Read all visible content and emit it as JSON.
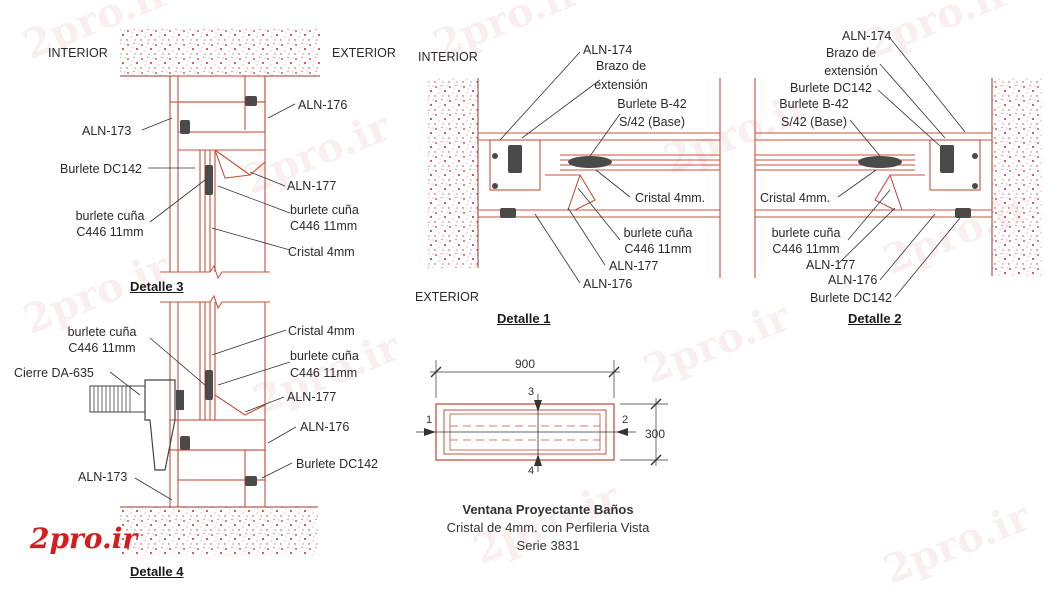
{
  "watermark": {
    "text": "2pro.ir"
  },
  "logo": {
    "text": "2pro.ir",
    "color": "#d61c1c"
  },
  "colors": {
    "line": "#c8503c",
    "dark": "#4a4a4a",
    "wall": "#b8302a"
  },
  "left_side": {
    "interior": "INTERIOR",
    "exterior": "EXTERIOR",
    "detalle3": {
      "title": "Detalle 3",
      "labels": {
        "aln173": "ALN-173",
        "burlete_dc142": "Burlete DC142",
        "burlete_cuna_a": "burlete cuña",
        "burlete_cuna_b": "C446 11mm",
        "aln176": "ALN-176",
        "aln177": "ALN-177",
        "burlete_cuna2_a": "burlete cuña",
        "burlete_cuna2_b": "C446 11mm",
        "cristal": "Cristal 4mm"
      }
    },
    "detalle4": {
      "title": "Detalle 4",
      "labels": {
        "burlete_cuna_a": "burlete cuña",
        "burlete_cuna_b": "C446 11mm",
        "cierre": "Cierre DA-635",
        "aln173": "ALN-173",
        "cristal": "Cristal 4mm",
        "burlete_cuna2_a": "burlete cuña",
        "burlete_cuna2_b": "C446 11mm",
        "aln177": "ALN-177",
        "aln176": "ALN-176",
        "burlete_dc142": "Burlete DC142"
      }
    }
  },
  "detalle1": {
    "title": "Detalle 1",
    "interior": "INTERIOR",
    "exterior": "EXTERIOR",
    "labels": {
      "aln174": "ALN-174",
      "brazo_a": "Brazo de",
      "brazo_b": "extensión",
      "burlete_b42_a": "Burlete B-42",
      "burlete_b42_b": "S/42 (Base)",
      "cristal": "Cristal 4mm.",
      "burlete_cuna_a": "burlete cuña",
      "burlete_cuna_b": "C446 11mm",
      "aln177": "ALN-177",
      "aln176": "ALN-176"
    }
  },
  "detalle2": {
    "title": "Detalle 2",
    "labels": {
      "aln174": "ALN-174",
      "brazo_a": "Brazo de",
      "brazo_b": "extensión",
      "burlete_dc142_top": "Burlete DC142",
      "burlete_b42_a": "Burlete B-42",
      "burlete_b42_b": "S/42 (Base)",
      "cristal": "Cristal 4mm.",
      "burlete_cuna_a": "burlete cuña",
      "burlete_cuna_b": "C446 11mm",
      "aln177": "ALN-177",
      "aln176": "ALN-176",
      "burlete_dc142": "Burlete DC142"
    }
  },
  "elevation": {
    "width_dim": "900",
    "height_dim": "300",
    "marks": [
      "1",
      "2",
      "3",
      "4"
    ]
  },
  "title_block": {
    "line1": "Ventana Proyectante Baños",
    "line2": "Cristal de 4mm. con Perfileria Vista",
    "line3": "Serie 3831"
  }
}
